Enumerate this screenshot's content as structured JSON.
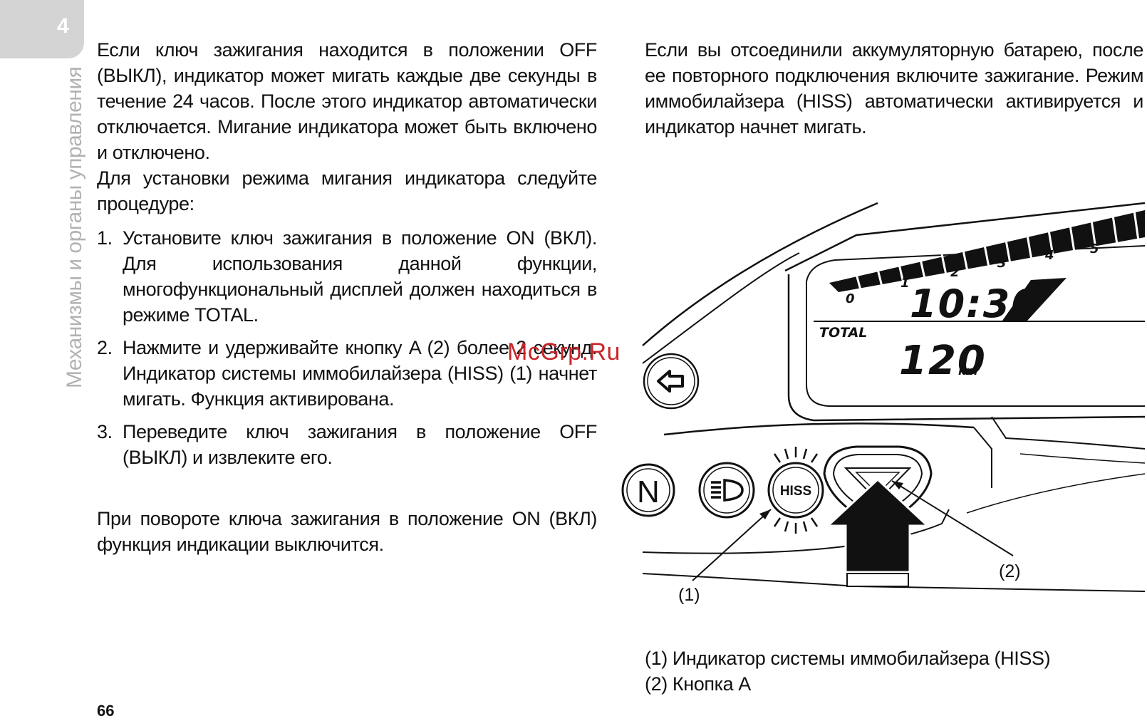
{
  "chapter": {
    "number": "4",
    "title": "Механизмы и органы управления"
  },
  "left_column": {
    "para1": "Если ключ зажигания находится в положении OFF (ВЫКЛ), индикатор может мигать каждые две секунды в течение 24 часов. После этого индикатор автоматически отключается. Мигание индикатора может быть включено и отключено.",
    "para2": "Для установки режима мигания индикатора следуйте процедуре:",
    "steps": [
      {
        "num": "1.",
        "text": "Установите ключ зажигания в положение ON (ВКЛ). Для использования данной функции, многофункциональный дисплей должен находиться в режиме TOTAL."
      },
      {
        "num": "2.",
        "text": "Нажмите и удерживайте кнопку A (2) более 2 секунд. Индикатор системы иммобилайзера (HISS) (1) начнет мигать. Функция активирована."
      },
      {
        "num": "3.",
        "text": "Переведите ключ зажигания в положение OFF (ВЫКЛ) и извлеките его."
      }
    ],
    "para3": "При повороте ключа зажигания в положение ON (ВКЛ) функция индикации выключится."
  },
  "right_column": {
    "para1": "Если вы отсоединили аккумуляторную батарею, после ее повторного подключения включите зажигание. Режим иммобилайзера (HISS) автоматически активируется и индикатор начнет мигать."
  },
  "illustration": {
    "display": {
      "time": "10:30",
      "mode": "TOTAL",
      "odometer": "120",
      "unit": "km",
      "scale": [
        "0",
        "1",
        "2",
        "3",
        "4",
        "5"
      ]
    },
    "indicators": {
      "neutral": "N",
      "hiss": "HISS"
    },
    "callouts": {
      "one": "(1)",
      "two": "(2)"
    }
  },
  "captions": [
    "(1) Индикатор системы иммобилайзера (HISS)",
    "(2) Кнопка A"
  ],
  "watermark": "McGrp.Ru",
  "page_number": "66"
}
